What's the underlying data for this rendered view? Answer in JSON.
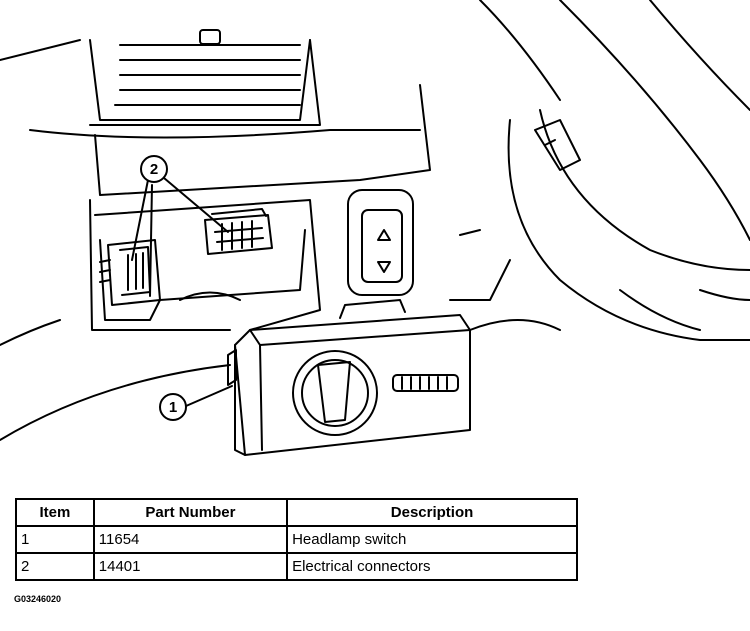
{
  "callouts": [
    {
      "number": "1",
      "target": "headlamp-switch"
    },
    {
      "number": "2",
      "target": "electrical-connectors"
    }
  ],
  "table": {
    "headers": {
      "item": "Item",
      "part_number": "Part Number",
      "description": "Description"
    },
    "rows": [
      {
        "item": "1",
        "part_number": "11654",
        "description": "Headlamp switch"
      },
      {
        "item": "2",
        "part_number": "14401",
        "description": "Electrical connectors"
      }
    ]
  },
  "figure_code": "G03246020"
}
